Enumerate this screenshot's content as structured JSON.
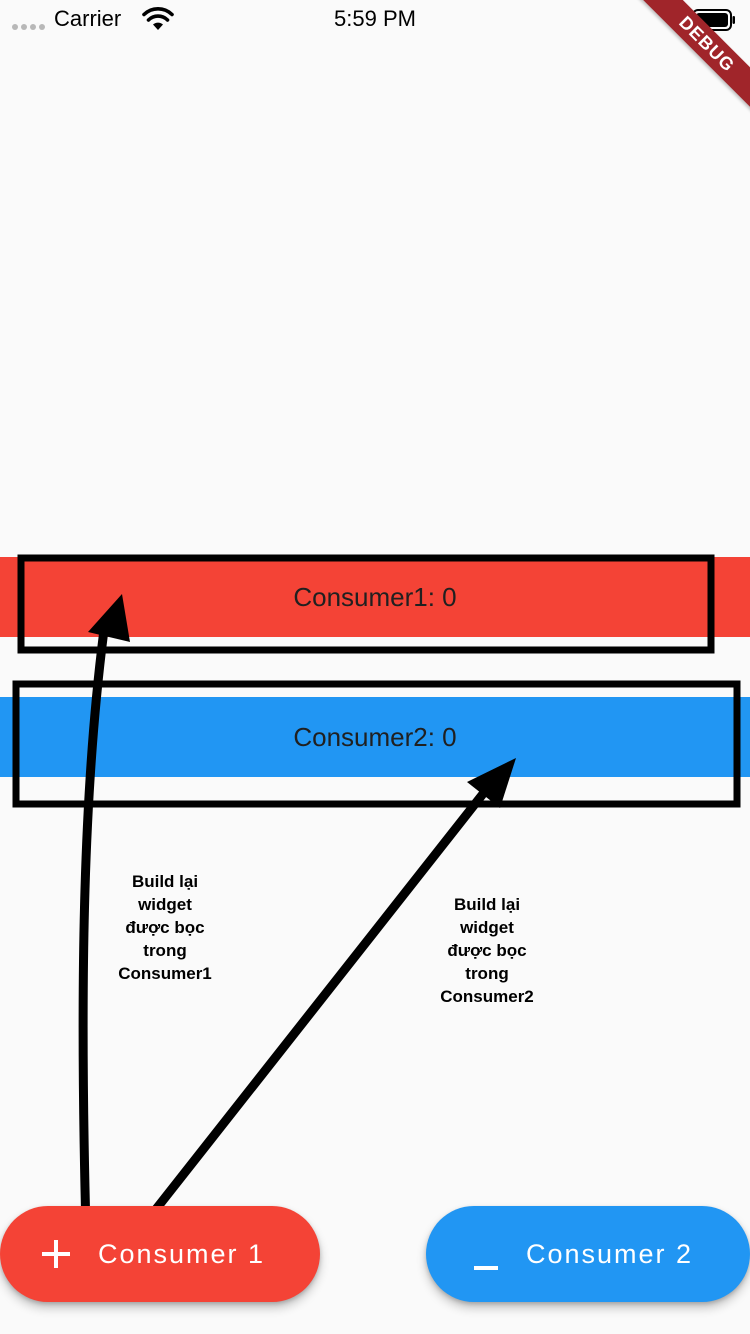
{
  "status_bar": {
    "carrier": "Carrier",
    "time": "5:59 PM"
  },
  "debug_banner": {
    "label": "DEBUG",
    "color": "#a0252a"
  },
  "consumer1": {
    "text": "Consumer1: 0",
    "color": "#f44336"
  },
  "consumer2": {
    "text": "Consumer2: 0",
    "color": "#2196f3"
  },
  "annotations": {
    "note1": [
      "Build lại",
      "widget",
      "được bọc",
      "trong",
      "Consumer1"
    ],
    "note2": [
      "Build lại",
      "widget",
      "được bọc",
      "trong",
      "Consumer2"
    ]
  },
  "buttons": {
    "increment": {
      "label": "Consumer 1",
      "icon": "plus-icon"
    },
    "decrement": {
      "label": "Consumer 2",
      "icon": "minus-icon"
    }
  }
}
